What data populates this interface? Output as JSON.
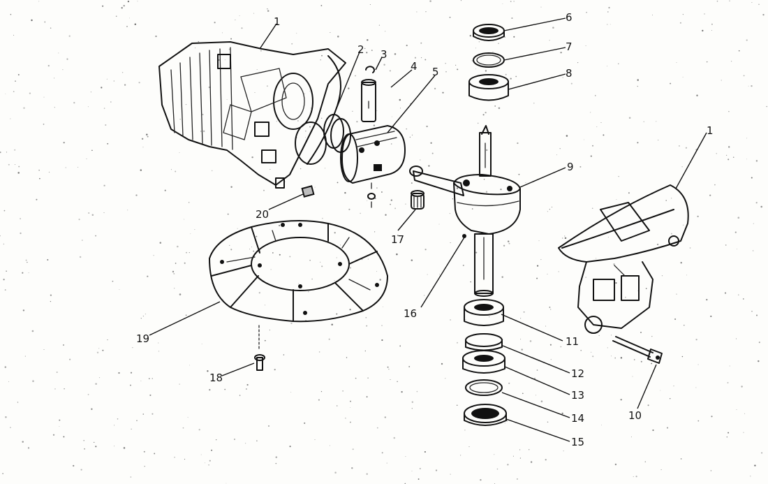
{
  "diagram": {
    "type": "exploded-parts-view",
    "callouts": [
      "1",
      "2",
      "3",
      "4",
      "5",
      "6",
      "7",
      "8",
      "9",
      "1",
      "11",
      "12",
      "13",
      "14",
      "15",
      "16",
      "17",
      "18",
      "19",
      "20",
      "10"
    ]
  }
}
